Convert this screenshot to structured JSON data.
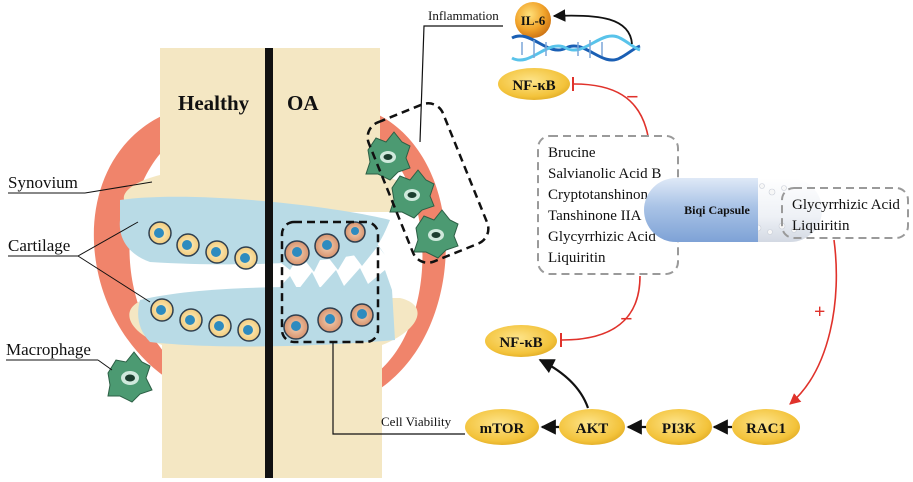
{
  "joint": {
    "healthy_label": "Healthy",
    "oa_label": "OA",
    "synovium_label": "Synovium",
    "cartilage_label": "Cartilage",
    "macrophage_label": "Macrophage"
  },
  "pathway": {
    "inflammation_label": "Inflammation",
    "cell_viability_label": "Cell Viability",
    "il6": "IL-6",
    "nfkb_top": "NF-κB",
    "nfkb_bottom": "NF-κB",
    "mtor": "mTOR",
    "akt": "AKT",
    "pi3k": "PI3K",
    "rac1": "RAC1",
    "minus_top": "−",
    "minus_bottom": "−",
    "plus": "+"
  },
  "capsule": {
    "label": "Biqi Capsule"
  },
  "compounds_left": [
    "Brucine",
    "Salvianolic Acid B",
    "Cryptotanshinone",
    "Tanshinone IIA",
    "Glycyrrhizic Acid",
    "Liquiritin"
  ],
  "compounds_right": [
    "Glycyrrhizic Acid",
    "Liquiritin"
  ],
  "colors": {
    "bone": "#f4e7c3",
    "synovium": "#f0846b",
    "cartilage": "#b9dbe6",
    "node_fill": "#f3c33b",
    "inhibit_red": "#e0322b",
    "macrophage": "#4c9a72"
  }
}
